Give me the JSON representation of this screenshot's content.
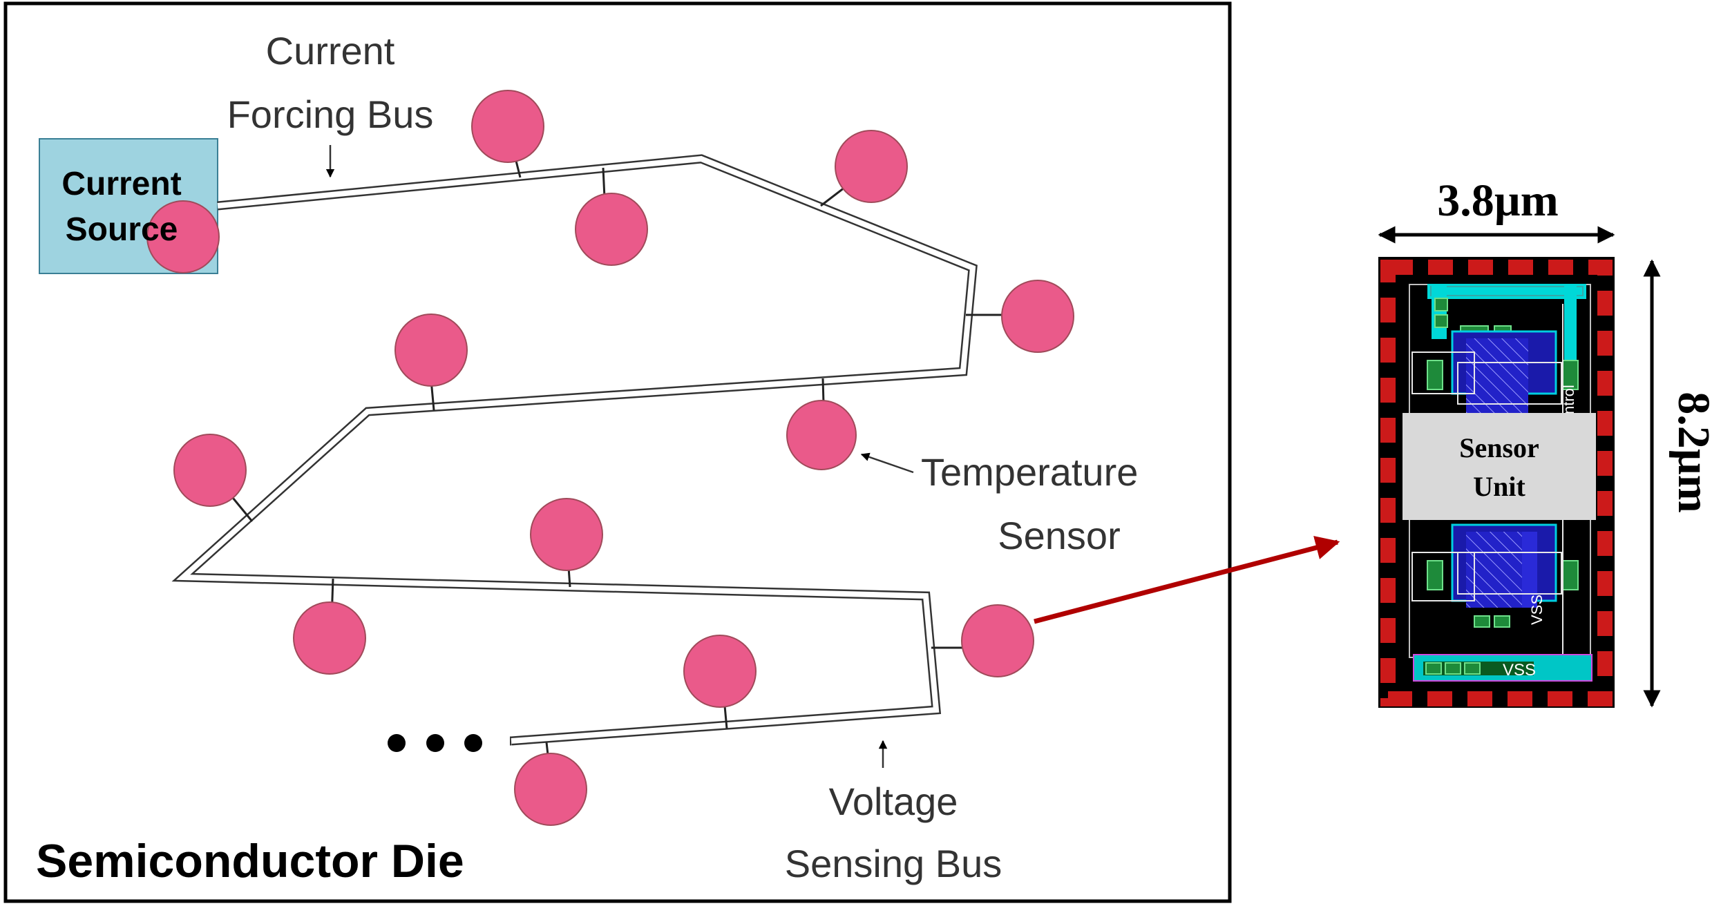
{
  "die": {
    "title": "Semiconductor Die",
    "current_source_line1": "Current",
    "current_source_line2": "Source",
    "current_bus_line1": "Current",
    "current_bus_line2": "Forcing Bus",
    "temp_sensor_line1": "Temperature",
    "temp_sensor_line2": "Sensor",
    "voltage_bus_line1": "Voltage",
    "voltage_bus_line2": "Sensing Bus"
  },
  "sensor_layout": {
    "width_label": "3.8µm",
    "height_label": "8.2µm",
    "unit_line1": "Sensor",
    "unit_line2": "Unit",
    "vss_bottom": "VSS",
    "vss_side": "VSS",
    "control_label": "ntrol"
  },
  "colors": {
    "sensor_fill": "#ea5a8a",
    "source_fill": "#9ed3e0",
    "pointer_arrow": "#b00000",
    "layout_border": "#cc1a1a",
    "metal_cyan": "#00d8d8",
    "poly_blue": "#2a2ad8"
  }
}
